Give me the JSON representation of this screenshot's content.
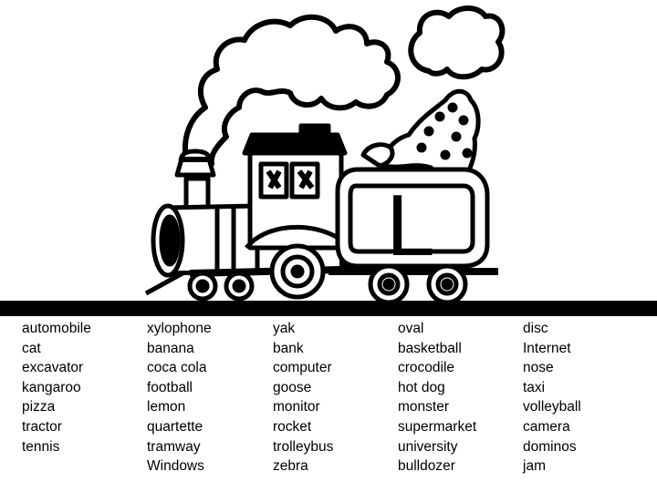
{
  "slide": {
    "letter_on_wagon": "L",
    "word_columns": [
      [
        "automobile",
        "cat",
        "excavator",
        "kangaroo",
        "pizza",
        "tractor",
        "tennis"
      ],
      [
        "xylophone",
        "banana",
        "coca cola",
        "football",
        "lemon",
        "quartette",
        "tramway",
        "Windows"
      ],
      [
        "yak",
        "bank",
        "computer",
        "goose",
        "monitor",
        "rocket",
        "trolleybus",
        "zebra"
      ],
      [
        "oval",
        "basketball",
        "crocodile",
        "hot dog",
        "monster",
        "supermarket",
        "university",
        "bulldozer"
      ],
      [
        "disc",
        "Internet",
        "nose",
        "taxi",
        "volleyball",
        "camera",
        "dominos",
        "jam"
      ]
    ]
  },
  "colors": {
    "ink": "#000000",
    "paper": "#ffffff"
  }
}
